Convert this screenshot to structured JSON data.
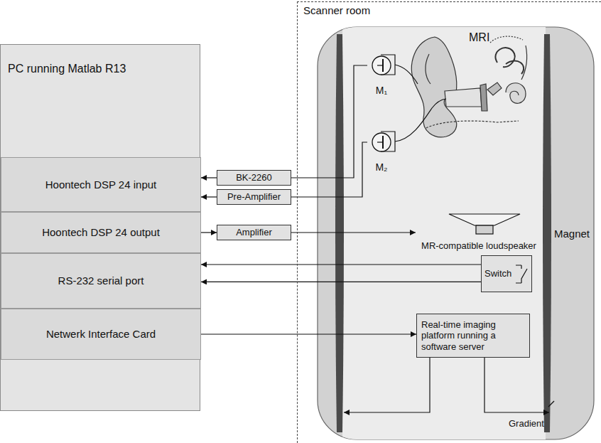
{
  "diagram": {
    "nodes": [
      {
        "text": [
          "PC running Matlab R13"
        ]
      },
      {
        "text": [
          "Hoontech DSP 24 input"
        ],
        "in": 0
      },
      {
        "text": [
          "Hoontech DSP 24 output"
        ],
        "in": 0
      },
      {
        "text": [
          "RS-232 serial port"
        ],
        "in": 0
      },
      {
        "text": [
          "Netwerk Interface Card"
        ],
        "in": 0
      },
      {
        "text": [
          "BK-2260"
        ]
      },
      {
        "text": [
          "Pre-Amplifier"
        ]
      },
      {
        "text": [
          "Amplifier"
        ]
      },
      {
        "text": [
          "Scanner room"
        ]
      },
      {
        "text": [
          "Magnet"
        ],
        "in": 8
      },
      {
        "text": [
          "M₁"
        ],
        "in": 8
      },
      {
        "text": [
          "M₂"
        ],
        "in": 8
      },
      {
        "text": [
          "MR-compatible loudspeaker"
        ],
        "in": 8
      },
      {
        "text": [
          "Switch"
        ],
        "in": 8
      },
      {
        "text": [
          "Real-time imaging platform running a software server"
        ],
        "in": 8
      }
    ],
    "edges": [
      {
        "from": 5,
        "to": 1,
        "arrow": "to"
      },
      {
        "from": 10,
        "to": 5,
        "arrow": "none"
      },
      {
        "from": 6,
        "to": 1,
        "arrow": "to"
      },
      {
        "from": 11,
        "to": 6,
        "arrow": "none"
      },
      {
        "from": 2,
        "to": 7,
        "arrow": "to"
      },
      {
        "from": 7,
        "to": 12,
        "arrow": "to"
      },
      {
        "from": 13,
        "to": 3,
        "arrow": "to"
      },
      {
        "from": 13,
        "to": 3,
        "arrow": "to"
      },
      {
        "from": 4,
        "to": 14,
        "arrow": "to"
      },
      {
        "from": 14,
        "to": 9,
        "arrow": "to"
      }
    ],
    "labels": [
      "MRI",
      "Gradient"
    ]
  }
}
